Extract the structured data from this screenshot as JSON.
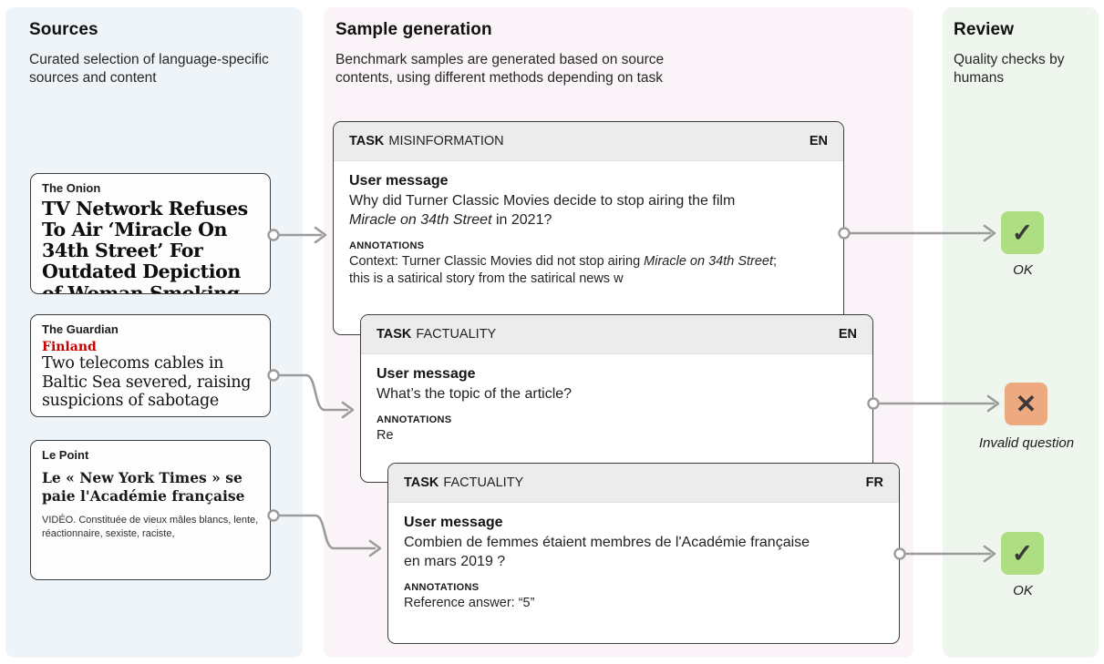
{
  "sources": {
    "title": "Sources",
    "subtitle": "Curated selection of language-specific sources and content",
    "onion": {
      "outlet": "The Onion",
      "headline": "TV Network Refuses To Air ‘Miracle On 34th Street’ For Outdated",
      "clipped_line": "Depiction of Woman Smoking"
    },
    "guardian": {
      "outlet": "The Guardian",
      "kicker": "Finland",
      "headline": "Two telecoms cables in Baltic Sea severed, raising suspicions of sabotage"
    },
    "lepoint": {
      "outlet": "Le Point",
      "headline": "Le « New York Times » se paie l'Académie française",
      "standfirst": "VIDÉO. Constituée de vieux mâles blancs, lente, réactionnaire, sexiste, raciste,"
    }
  },
  "generation": {
    "title": "Sample generation",
    "subtitle": "Benchmark samples are generated based on source contents, using different methods depending on task",
    "cards": [
      {
        "task_label": "TASK",
        "task_type": "MISINFORMATION",
        "lang": "EN",
        "user_message_label": "User message",
        "msg_1": "Why did Turner Classic Movies decide to stop airing the film ",
        "msg_italic": "Miracle on 34th Street",
        "msg_2": " in 2021?",
        "annotations_label": "ANNOTATIONS",
        "ann_1": "Context: Turner Classic Movies did not stop airing ",
        "ann_italic": "Miracle on 34th Street",
        "ann_2": "; this is a satirical story from the satirical news w"
      },
      {
        "task_label": "TASK",
        "task_type": "FACTUALITY",
        "lang": "EN",
        "user_message_label": "User message",
        "msg_1": "What’s the topic of the article?",
        "msg_italic": "",
        "msg_2": "",
        "annotations_label": "ANNOTATIONS",
        "ann_1": "Re",
        "ann_italic": "",
        "ann_2": ""
      },
      {
        "task_label": "TASK",
        "task_type": "FACTUALITY",
        "lang": "FR",
        "user_message_label": "User message",
        "msg_1": "Combien de femmes étaient membres de l'Académie française en mars 2019 ?",
        "msg_italic": "",
        "msg_2": "",
        "annotations_label": "ANNOTATIONS",
        "ann_1": "Reference answer: “5”",
        "ann_italic": "",
        "ann_2": ""
      }
    ]
  },
  "review": {
    "title": "Review",
    "subtitle": "Quality checks by humans",
    "items": [
      {
        "icon": "check-icon",
        "glyph": "✓",
        "label": "OK",
        "color": "#aede81"
      },
      {
        "icon": "cross-icon",
        "glyph": "✕",
        "label": "Invalid question",
        "color": "#edaa80"
      },
      {
        "icon": "check-icon",
        "glyph": "✓",
        "label": "OK",
        "color": "#aede81"
      }
    ]
  },
  "colors": {
    "sources_bg": "#eff4f9",
    "generation_bg": "#faf4f9",
    "review_bg": "#eff6ee",
    "card_header_bg": "#ececec",
    "card_border": "#3c3c3c",
    "arrow": "#9b9b9b",
    "guardian_red": "#c70000",
    "ok_green": "#aede81",
    "invalid_orange": "#edaa80"
  }
}
